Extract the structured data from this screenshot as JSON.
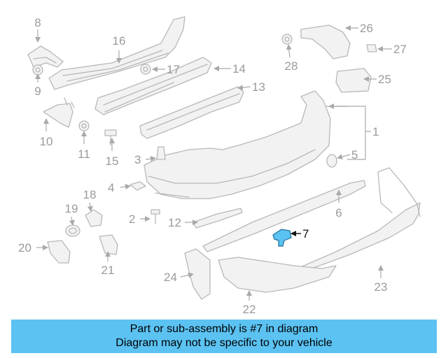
{
  "diagram": {
    "highlight_color": "#5bc2f2",
    "callouts": {
      "c1": "1",
      "c2": "2",
      "c3": "3",
      "c4": "4",
      "c5": "5",
      "c6": "6",
      "c7": "7",
      "c8": "8",
      "c9": "9",
      "c10": "10",
      "c11": "11",
      "c12": "12",
      "c13": "13",
      "c14": "14",
      "c15": "15",
      "c16": "16",
      "c17": "17",
      "c18": "18",
      "c19": "19",
      "c20": "20",
      "c21": "21",
      "c22": "22",
      "c23": "23",
      "c24": "24",
      "c25": "25",
      "c26": "26",
      "c27": "27",
      "c28": "28"
    }
  },
  "banner": {
    "line1": "Part or sub-assembly is #7 in diagram",
    "line2": "Diagram may not be specific to your vehicle",
    "background": "#5bc2f2"
  }
}
